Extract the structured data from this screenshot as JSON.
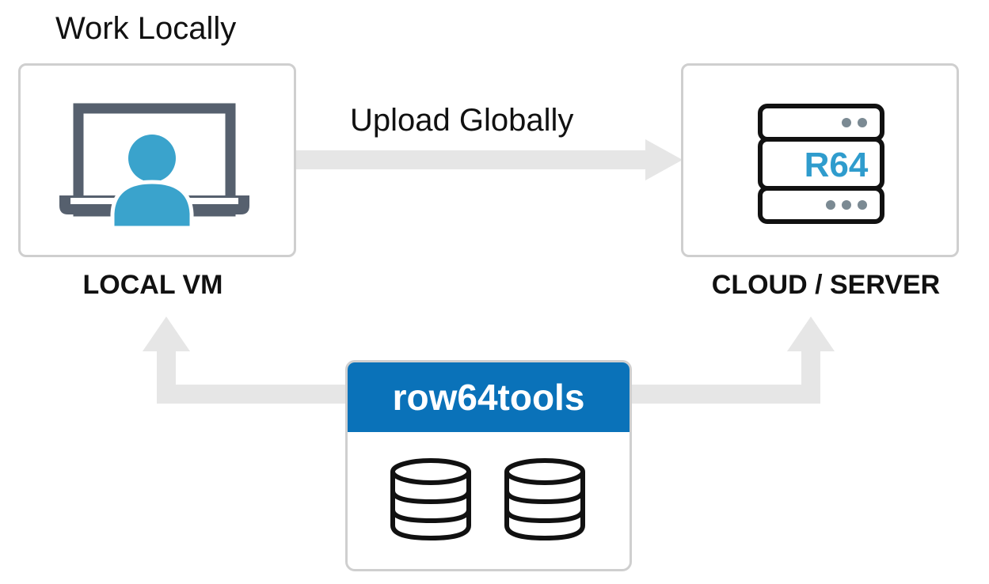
{
  "diagram": {
    "caption_top": "Work Locally",
    "caption_upload": "Upload Globally",
    "local_label": "LOCAL VM",
    "cloud_label": "CLOUD / SERVER",
    "tools_title": "row64tools",
    "server_badge": "R64",
    "colors": {
      "arrow": "#e6e6e6",
      "box_border": "#cfcfcf",
      "header_blue": "#0a72b9",
      "person_blue": "#3aa3cc",
      "laptop_gray": "#56606e",
      "server_dot": "#7b8a93",
      "badge_blue": "#2f9ccd"
    },
    "icons": [
      "laptop-user-icon",
      "server-icon",
      "database-icon",
      "database-icon"
    ]
  }
}
